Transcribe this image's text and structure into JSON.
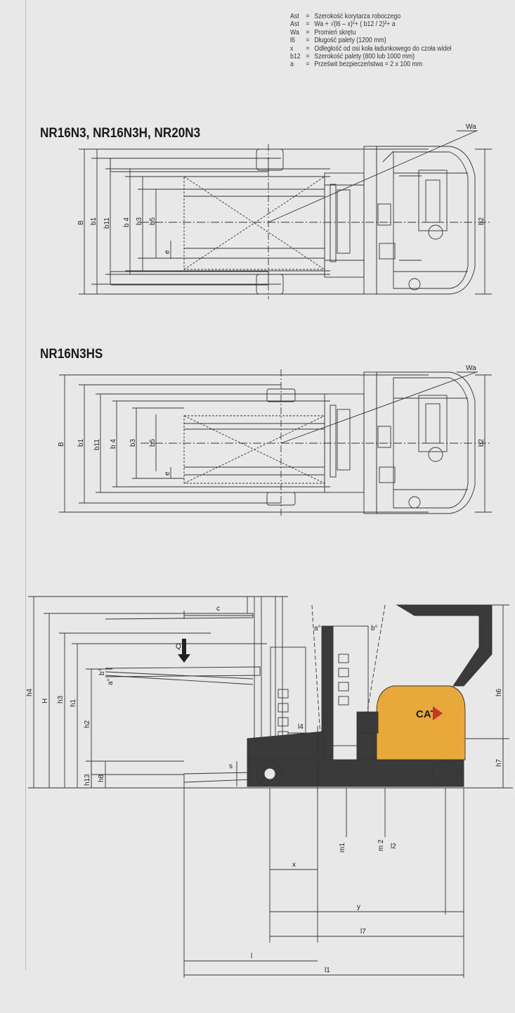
{
  "legend": [
    {
      "key": "Ast",
      "eq": "=",
      "text": "Szerokość korytarza roboczego"
    },
    {
      "key": "Ast",
      "eq": "=",
      "text": "Wa + √(l6 – x)²+ ( b12 / 2)²+ a"
    },
    {
      "key": "Wa",
      "eq": "=",
      "text": "Promień skrętu"
    },
    {
      "key": "l6",
      "eq": "=",
      "text": "Długość palety (1200 mm)"
    },
    {
      "key": "x",
      "eq": "=",
      "text": "Odległość od osi koła ładunkowego do czoła wideł"
    },
    {
      "key": "b12",
      "eq": "=",
      "text": "Szerokość palety (800 lub 1000 mm)"
    },
    {
      "key": "a",
      "eq": "=",
      "text": "Prześwit bezpieczeństwa = 2 x 100 mm"
    }
  ],
  "views": [
    {
      "title": "NR16N3, NR16N3H, NR20N3"
    },
    {
      "title": "NR16N3HS"
    }
  ],
  "labels": {
    "B": "B",
    "b1": "b1",
    "b11": "b11",
    "b4": "b 4",
    "b3": "b3",
    "b5": "b5",
    "e": "e",
    "b2": "b2",
    "Wa": "Wa",
    "h4": "h4",
    "H": "H",
    "h3": "h3",
    "h1": "h1",
    "h2": "h2",
    "h13": "h13",
    "h8": "h8",
    "h6": "h6",
    "h7": "h7",
    "c": "c",
    "Q": "Q",
    "a_deg": "a°",
    "b_deg": "b°",
    "l4": "l4",
    "s": "s",
    "x": "x",
    "m1": "m1",
    "m2": "m 2",
    "l2": "l2",
    "y": "y",
    "l7": "l7",
    "l": "l",
    "l1": "l1"
  },
  "brand": {
    "logo_text": "CAT",
    "body_color": "#e8a93a",
    "chassis_color": "#3a3a3a"
  }
}
